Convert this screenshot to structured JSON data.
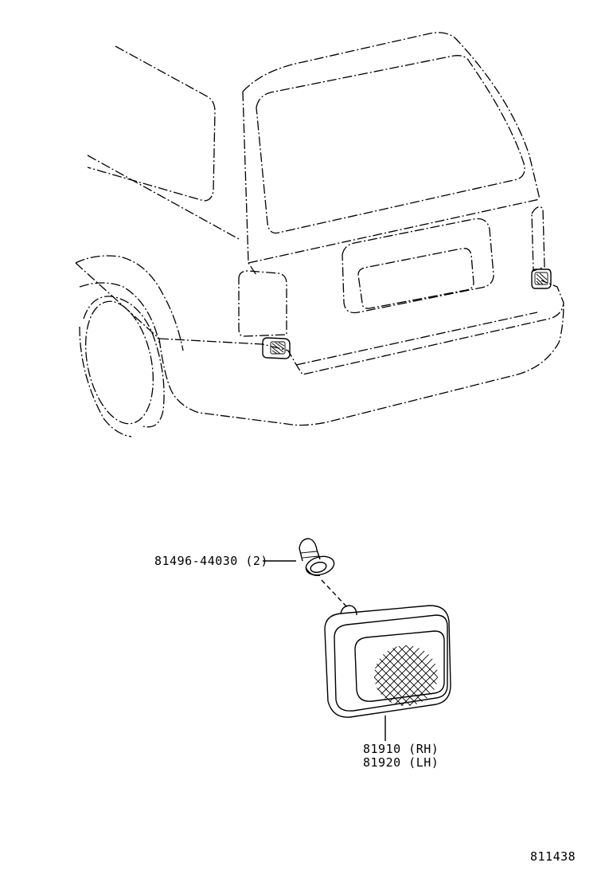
{
  "diagram": {
    "callouts": [
      {
        "id": "clip",
        "part_number": "81496-44030",
        "qty": "(2)"
      },
      {
        "id": "lamp",
        "lines": [
          "81910 (RH)",
          "81920 (LH)"
        ]
      }
    ],
    "figure_code": "811438"
  }
}
